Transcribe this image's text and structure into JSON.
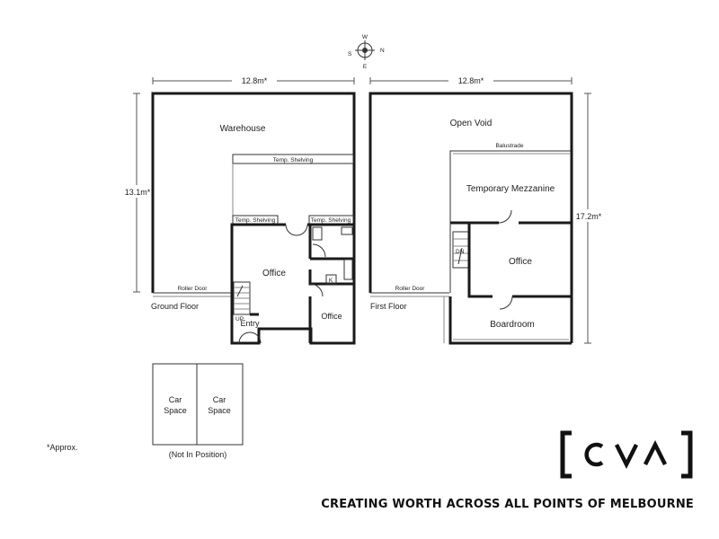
{
  "compass": {
    "north": "N",
    "south": "S",
    "east": "E",
    "west": "W"
  },
  "ground_floor": {
    "title": "Ground Floor",
    "width_dim": "12.8m*",
    "height_dim": "13.1m*",
    "rooms": {
      "warehouse": "Warehouse",
      "office_main": "Office",
      "office_small": "Office",
      "entry": "Entry"
    },
    "labels": {
      "temp_shelving_top": "Temp. Shelving",
      "temp_shelving_left": "Temp. Shelving",
      "temp_shelving_right": "Temp. Shelving",
      "roller_door": "Roller Door",
      "up": "UP",
      "kitchen": "K"
    }
  },
  "first_floor": {
    "title": "First Floor",
    "width_dim": "12.8m*",
    "height_dim": "17.2m*",
    "rooms": {
      "open_void": "Open Void",
      "mezzanine": "Temporary Mezzanine",
      "office": "Office",
      "boardroom": "Boardroom"
    },
    "labels": {
      "balustrade": "Balustrade",
      "roller_door": "Roller Door",
      "dn": "DN"
    }
  },
  "car_spaces": {
    "space1_line1": "Car",
    "space1_line2": "Space",
    "space2_line1": "Car",
    "space2_line2": "Space",
    "note": "(Not In Position)"
  },
  "approx_note": "*Approx.",
  "logo_text": "CVA",
  "tagline": "CREATING WORTH ACROSS ALL POINTS OF MELBOURNE"
}
